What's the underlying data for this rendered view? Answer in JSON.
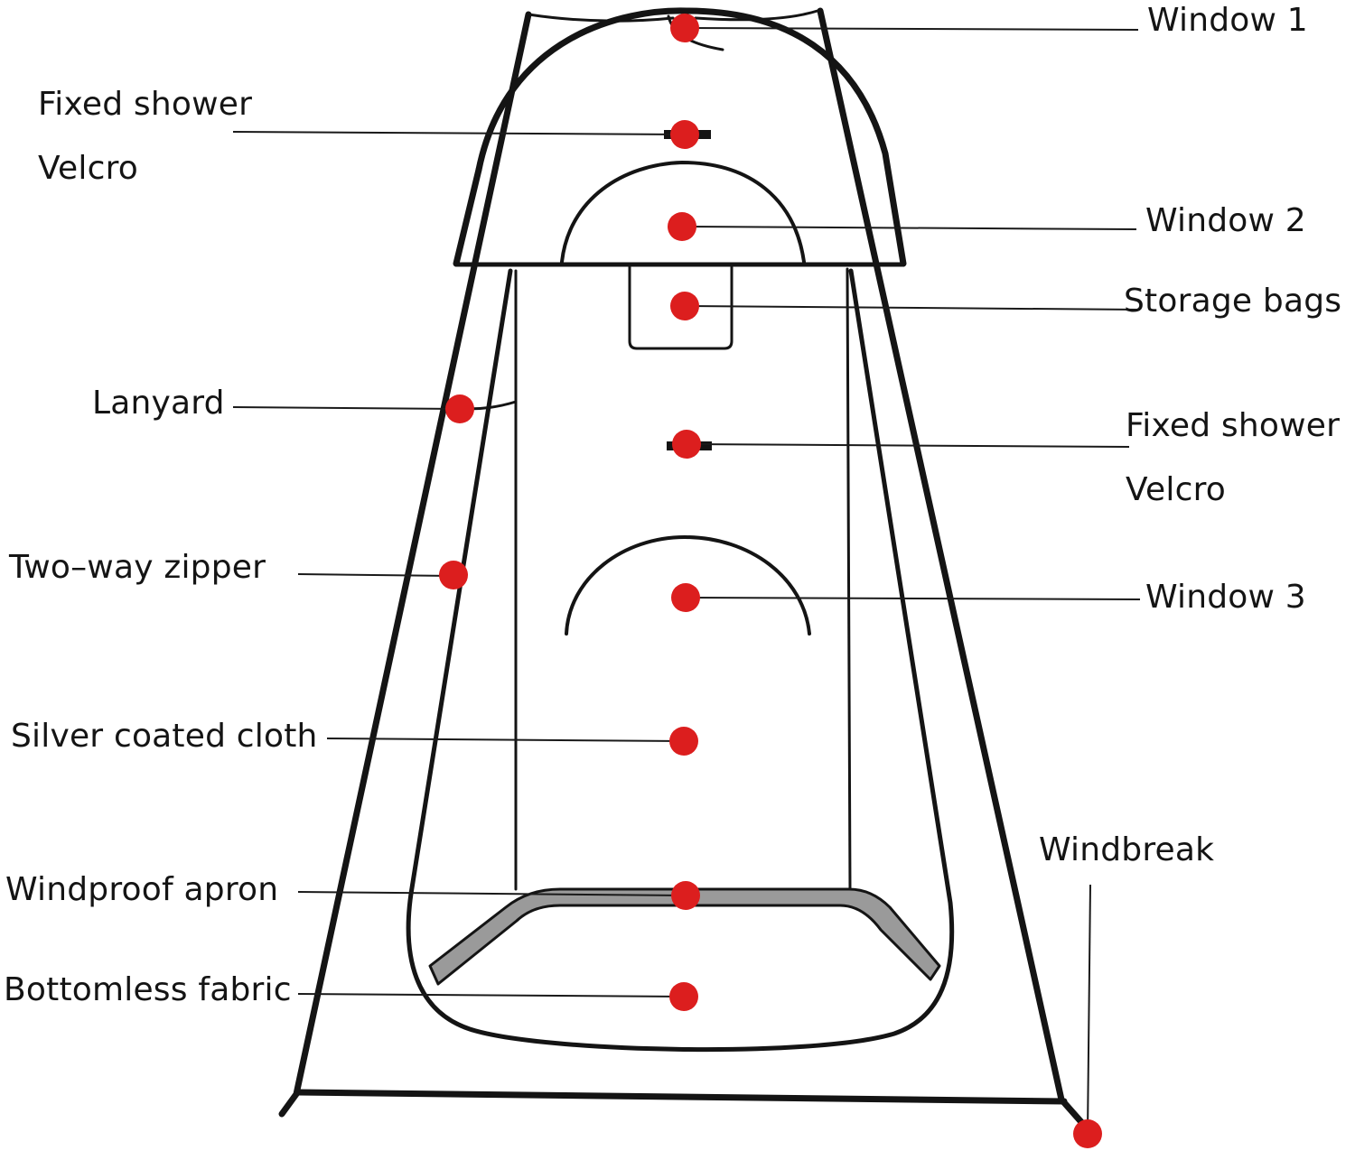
{
  "colors": {
    "ink": "#141414",
    "marker": "#dc1e1e",
    "apron": "#9a9a9a",
    "background": "#ffffff"
  },
  "labels": {
    "window1": "Window 1",
    "fixed_shower_top_1": "Fixed shower",
    "fixed_shower_top_2": "Velcro",
    "window2": "Window 2",
    "storage_bags": "Storage bags",
    "lanyard": "Lanyard",
    "fixed_shower_mid_1": "Fixed shower",
    "fixed_shower_mid_2": "Velcro",
    "two_way_zipper": "Two–way zipper",
    "window3": "Window 3",
    "silver_coated_cloth": "Silver coated cloth",
    "windbreak": "Windbreak",
    "windproof_apron": "Windproof apron",
    "bottomless_fabric": "Bottomless fabric"
  }
}
